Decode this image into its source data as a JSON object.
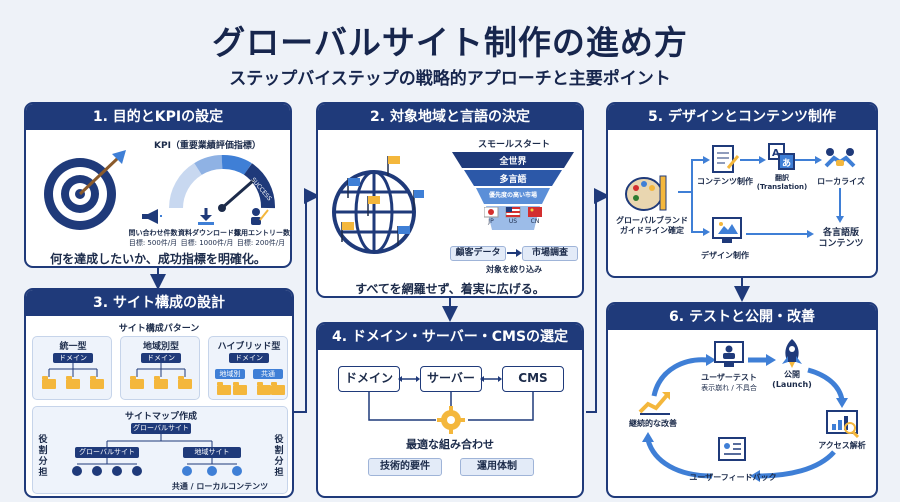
{
  "header": {
    "title": "グローバルサイト制作の進め方",
    "subtitle": "ステップバイステップの戦略的アプローチと主要ポイント"
  },
  "step1": {
    "title": "1. 目的とKPIの設定",
    "kpi_label": "KPI（重要業績評価指標）",
    "gauge_label": "SUCCESS",
    "metrics": [
      {
        "name": "問い合わせ件数",
        "target": "目標: 500件/月"
      },
      {
        "name": "資料ダウンロード数",
        "target": "目標: 1000件/月"
      },
      {
        "name": "採用エントリー数",
        "target": "目標: 200件/月"
      }
    ],
    "summary": "何を達成したいか、成功指標を明確化。"
  },
  "step2": {
    "title": "2. 対象地域と言語の決定",
    "funnel_title": "スモールスタート",
    "funnel_levels": [
      "全世界",
      "多言語",
      "優先度の高い市場"
    ],
    "flags": [
      "JP",
      "US",
      "CN"
    ],
    "data_boxes": [
      "顧客データ",
      "市場調査"
    ],
    "narrow_label": "対象を絞り込み",
    "summary": "すべてを網羅せず、着実に広げる。"
  },
  "step3": {
    "title": "3. サイト構成の設計",
    "pattern_title": "サイト構成パターン",
    "patterns": [
      {
        "name": "統一型",
        "chip": "ドメイン"
      },
      {
        "name": "地域別型",
        "chip": "ドメイン"
      },
      {
        "name": "ハイブリッド型",
        "chip": "ドメイン",
        "subchips": [
          "地域別",
          "共通"
        ]
      }
    ],
    "sitemap_title": "サイトマップ作成",
    "sitemap_root": "グローバルサイト",
    "sitemap_left": "グローバルサイト",
    "sitemap_right": "地域サイト",
    "side_left": "役割分担",
    "side_right": "役割分担",
    "footer": "共通 / ローカルコンテンツ"
  },
  "step4": {
    "title": "4. ドメイン・サーバー・CMSの選定",
    "boxes": [
      "ドメイン",
      "サーバー",
      "CMS"
    ],
    "result": "最適な組み合わせ",
    "tags": [
      "技術的要件",
      "運用体制"
    ]
  },
  "step5": {
    "title": "5. デザインとコンテンツ制作",
    "brand_label": "グローバルブランド\nガイドライン確定",
    "content": "コンテンツ制作",
    "translation": "翻訳\n(Translation)",
    "localize": "ローカライズ",
    "design": "デザイン制作",
    "output": "各言語版\nコンテンツ"
  },
  "step6": {
    "title": "6. テストと公開・改善",
    "user_test": "ユーザーテスト",
    "user_test_sub": "表示崩れ / 不具合",
    "launch": "公開\n(Launch)",
    "analytics": "アクセス解析",
    "feedback": "ユーザーフィードバック",
    "improve": "継続的な改善"
  },
  "colors": {
    "navy": "#1f3a7a",
    "accent": "#3f7fd6",
    "folder": "#f4b73c",
    "background": "#eef2f8"
  }
}
